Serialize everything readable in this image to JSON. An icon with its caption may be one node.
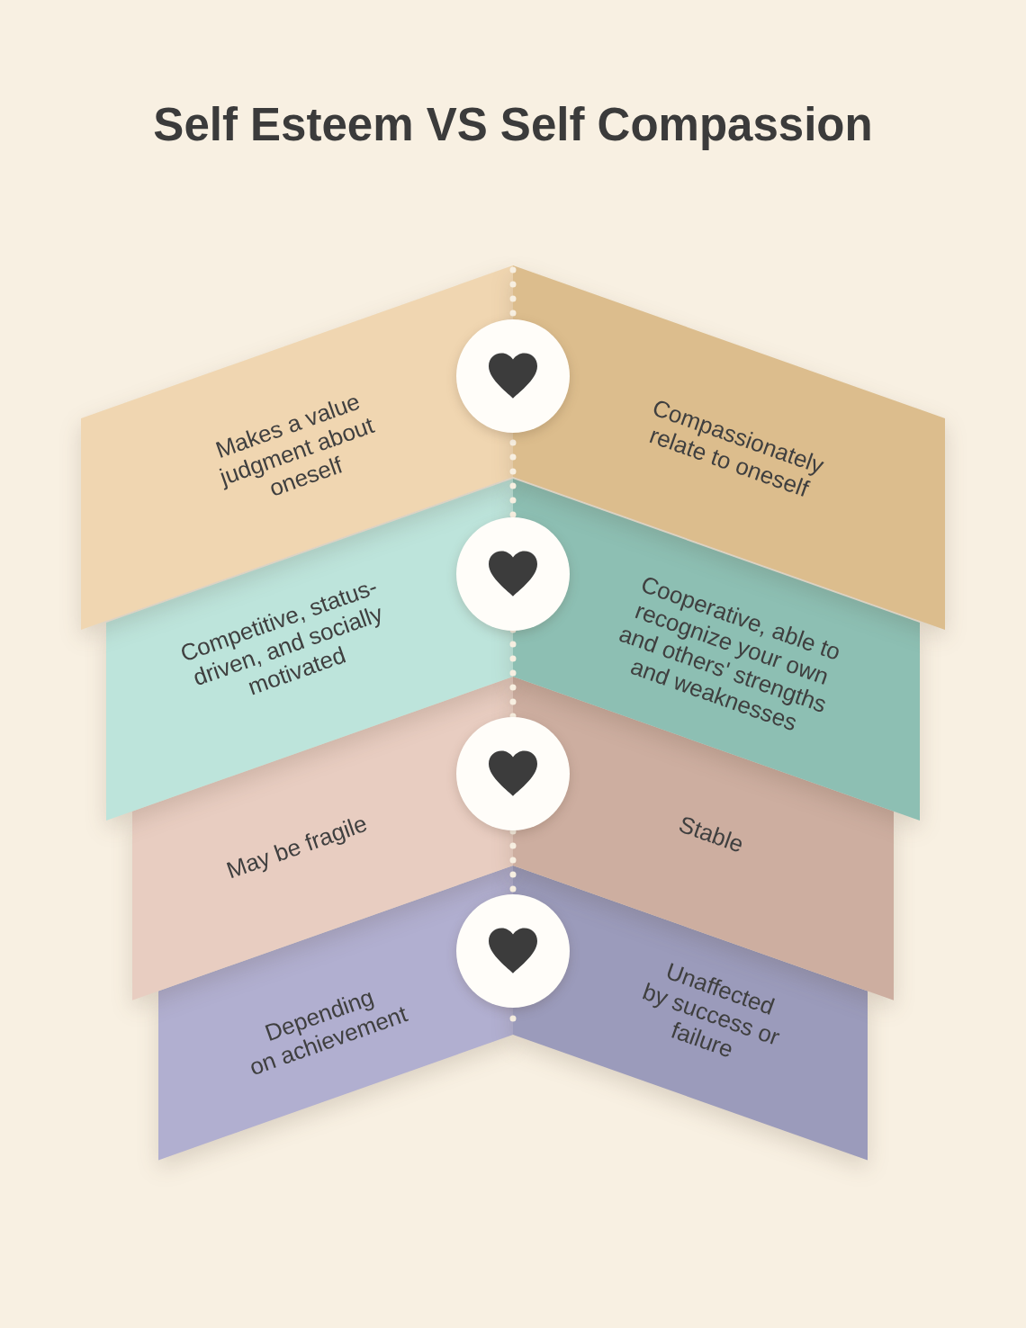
{
  "diagram": {
    "title": "Self Esteem VS Self Compassion",
    "nodes": [
      {
        "text": [
          "Makes a value judgment about oneself"
        ]
      },
      {
        "text": [
          "Compassionately relate to oneself"
        ]
      },
      {
        "text": [
          "Competitive, status-driven, and socially motivated"
        ]
      },
      {
        "text": [
          "Cooperative, able to recognize your own and others' strengths and weaknesses"
        ]
      },
      {
        "text": [
          "May be fragile"
        ]
      },
      {
        "text": [
          "Stable"
        ]
      },
      {
        "text": [
          "Depending on achievement"
        ]
      },
      {
        "text": [
          "Unaffected by success or failure"
        ]
      }
    ]
  }
}
